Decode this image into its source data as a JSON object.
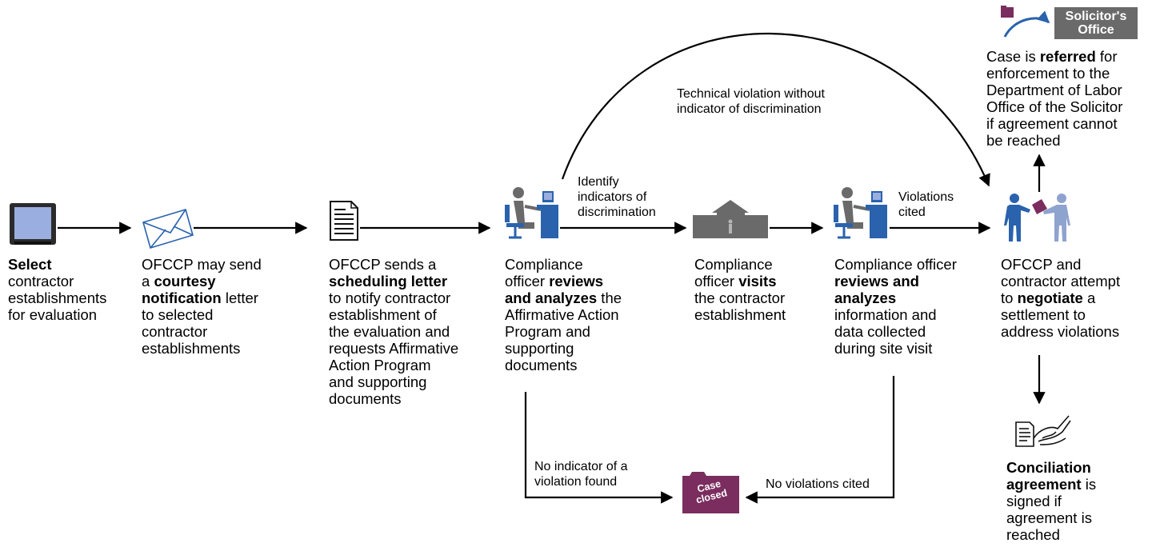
{
  "steps": [
    {
      "id": "select",
      "lines": [
        [
          "Select",
          "b"
        ],
        [
          "contractor"
        ],
        [
          "establishments"
        ],
        [
          "for evaluation"
        ]
      ]
    },
    {
      "id": "courtesy",
      "lines": [
        [
          "OFCCP may send"
        ],
        [
          "a "
        ],
        [
          "courtesy",
          "b"
        ],
        [
          "notification",
          "b"
        ],
        [
          " letter"
        ],
        [
          "to selected"
        ],
        [
          "contractor"
        ],
        [
          "establishments"
        ]
      ]
    },
    {
      "id": "scheduling",
      "lines": [
        [
          "OFCCP sends a"
        ],
        [
          "scheduling letter",
          "b"
        ],
        [
          "to notify contractor"
        ],
        [
          "establishment of"
        ],
        [
          "the evaluation and"
        ],
        [
          "requests Affirmative"
        ],
        [
          "Action Program"
        ],
        [
          "and supporting"
        ],
        [
          "documents"
        ]
      ]
    },
    {
      "id": "review",
      "lines": [
        [
          "Compliance"
        ],
        [
          "officer "
        ],
        [
          "reviews",
          "b"
        ],
        [
          "and analyzes",
          "b"
        ],
        [
          " the"
        ],
        [
          "Affirmative Action"
        ],
        [
          "Program and"
        ],
        [
          "supporting"
        ],
        [
          "documents"
        ]
      ]
    },
    {
      "id": "visit",
      "lines": [
        [
          "Compliance"
        ],
        [
          "officer "
        ],
        [
          "visits",
          "b"
        ],
        [
          "the contractor"
        ],
        [
          "establishment"
        ]
      ]
    },
    {
      "id": "analyze",
      "lines": [
        [
          "Compliance officer"
        ],
        [
          "reviews and",
          "b"
        ],
        [
          "analyzes",
          "b"
        ],
        [
          "information and"
        ],
        [
          "data collected"
        ],
        [
          "during site visit"
        ]
      ]
    },
    {
      "id": "negotiate",
      "lines": [
        [
          "OFCCP and"
        ],
        [
          "contractor attempt"
        ],
        [
          "to "
        ],
        [
          "negotiate",
          "b"
        ],
        [
          " a"
        ],
        [
          "settlement to"
        ],
        [
          "address violations"
        ]
      ]
    },
    {
      "id": "referred",
      "lines": [
        [
          "Case is "
        ],
        [
          "referred",
          "b"
        ],
        [
          " for"
        ],
        [
          "enforcement to the"
        ],
        [
          "Department of Labor"
        ],
        [
          "Office of the Solicitor"
        ],
        [
          "if agreement cannot"
        ],
        [
          "be reached"
        ]
      ]
    },
    {
      "id": "conciliation",
      "lines": [
        [
          "Conciliation",
          "b"
        ],
        [
          "agreement",
          "b"
        ],
        [
          " is"
        ],
        [
          "signed if"
        ],
        [
          "agreement is"
        ],
        [
          "reached"
        ]
      ]
    }
  ],
  "labels": {
    "technical_violation": "Technical violation without indicator of discrimination",
    "identify_indicators": "Identify indicators of discrimination",
    "violations_cited": "Violations cited",
    "no_indicator": "No indicator of a violation found",
    "no_violations": "No violations cited",
    "case_closed": "Case closed",
    "solicitors_office": "Solicitor's Office"
  },
  "colors": {
    "blue": "#2a62ad",
    "light_blue": "#8fa3cf",
    "plum": "#7a2d5e",
    "gray": "#6a6a6a",
    "screen": "#9aaee0"
  },
  "icons": [
    "monitor-icon",
    "envelope-icon",
    "document-icon",
    "officer-at-desk-icon",
    "building-icon",
    "officer-at-desk-icon",
    "handshake-icon",
    "referral-arrow-icon",
    "folder-icon",
    "signing-icon",
    "case-closed-folder-icon"
  ]
}
